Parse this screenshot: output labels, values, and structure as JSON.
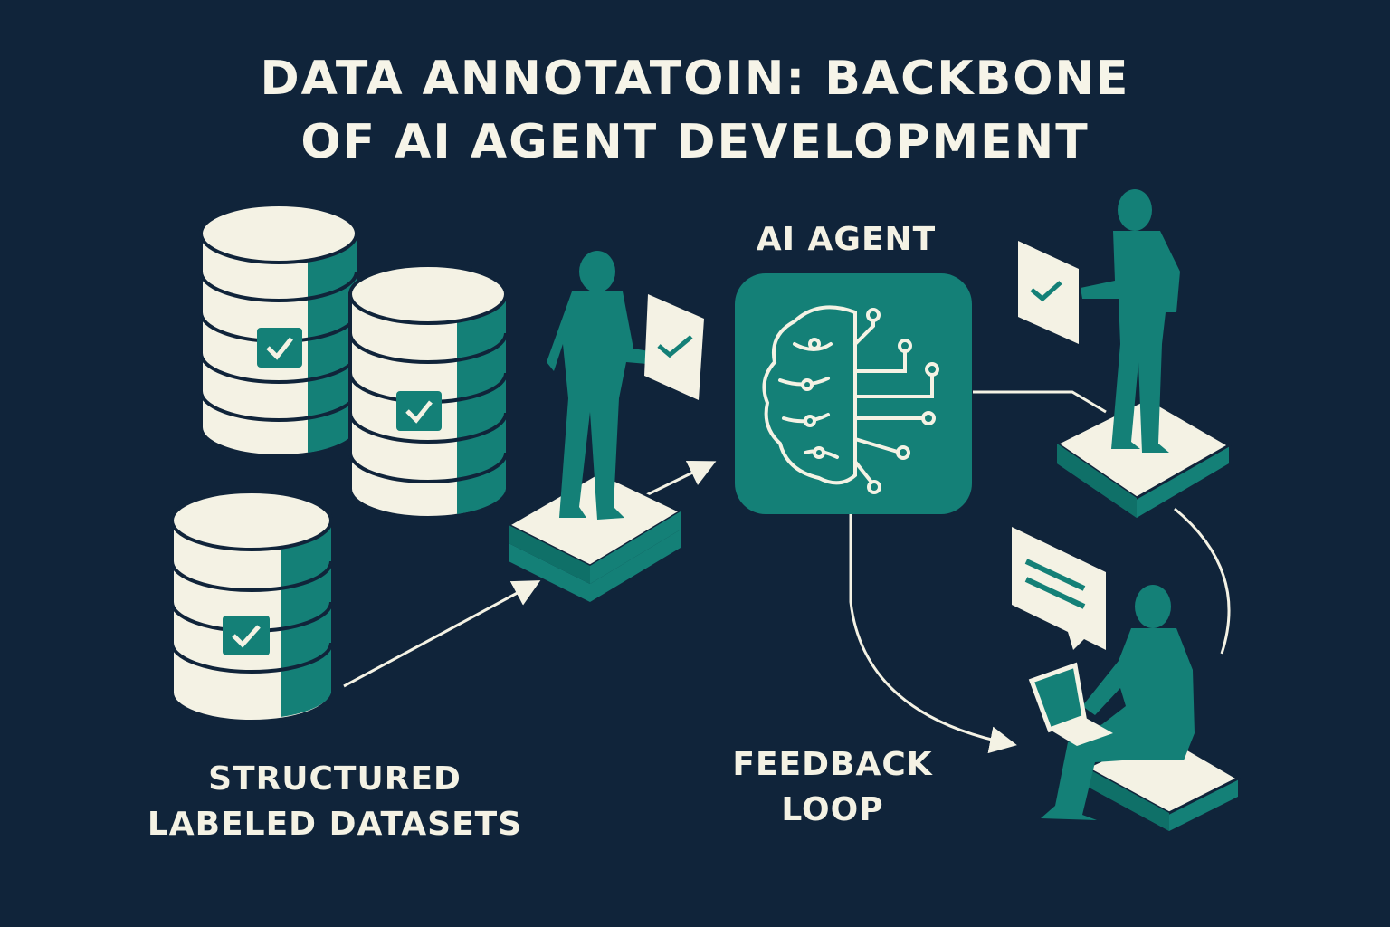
{
  "title": {
    "line1": "DATA ANNOTATOIN: BACKBONE",
    "line2": "OF AI AGENT DEVELOPMENT"
  },
  "labels": {
    "datasets_line1": "STRUCTURED",
    "datasets_line2": "LABELED DATASETS",
    "agent": "AI AGENT",
    "feedback_line1": "FEEDBACK",
    "feedback_line2": "LOOP"
  },
  "icons": {
    "database": "database-icon",
    "check": "checkmark-icon",
    "brain": "brain-circuit-icon",
    "person": "person-icon",
    "laptop": "laptop-icon",
    "chat": "chat-bubble-icon"
  },
  "colors": {
    "background": "#10243a",
    "teal": "#148077",
    "cream": "#f4f2e4",
    "dark_teal": "#0c5f5a"
  }
}
